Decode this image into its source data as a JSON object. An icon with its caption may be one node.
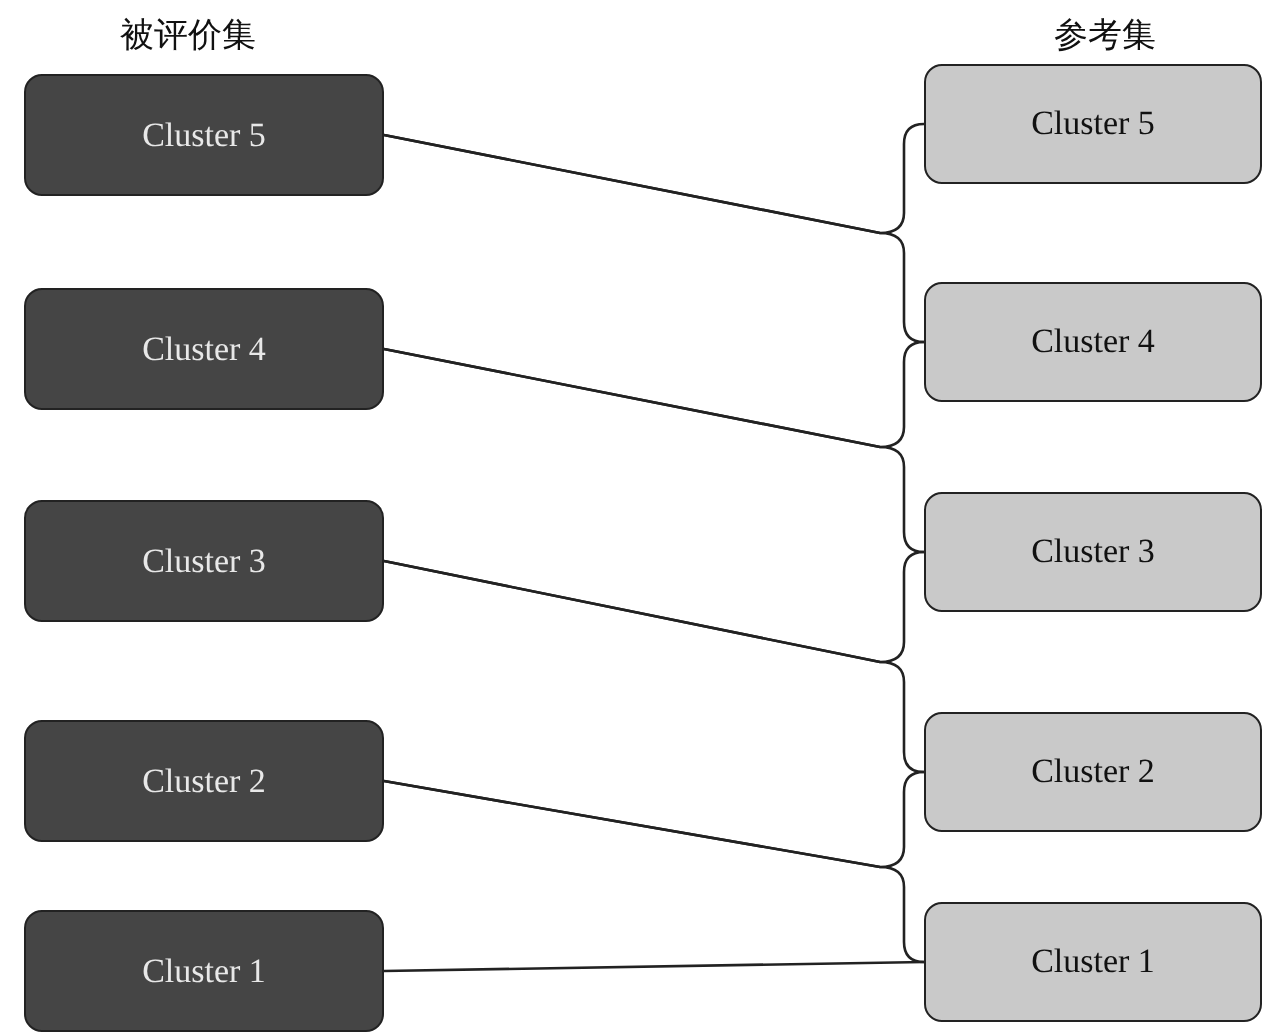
{
  "diagram": {
    "nodes": [
      {
        "text": [
          "Cluster 5"
        ]
      },
      {
        "text": [
          "Cluster 4"
        ]
      },
      {
        "text": [
          "Cluster 3"
        ]
      },
      {
        "text": [
          "Cluster 2"
        ]
      },
      {
        "text": [
          "Cluster 1"
        ]
      },
      {
        "text": [
          "Cluster 5"
        ]
      },
      {
        "text": [
          "Cluster 4"
        ]
      },
      {
        "text": [
          "Cluster 3"
        ]
      },
      {
        "text": [
          "Cluster 2"
        ]
      },
      {
        "text": [
          "Cluster 1"
        ]
      }
    ],
    "edges": [
      {
        "from": 0,
        "to": 5,
        "arrow": "none"
      },
      {
        "from": 0,
        "to": 6,
        "arrow": "none"
      },
      {
        "from": 1,
        "to": 6,
        "arrow": "none"
      },
      {
        "from": 1,
        "to": 7,
        "arrow": "none"
      },
      {
        "from": 2,
        "to": 7,
        "arrow": "none"
      },
      {
        "from": 2,
        "to": 8,
        "arrow": "none"
      },
      {
        "from": 3,
        "to": 8,
        "arrow": "none"
      },
      {
        "from": 3,
        "to": 9,
        "arrow": "none"
      },
      {
        "from": 4,
        "to": 9,
        "arrow": "none"
      }
    ],
    "labels": [
      "被评价集",
      "参考集"
    ]
  }
}
